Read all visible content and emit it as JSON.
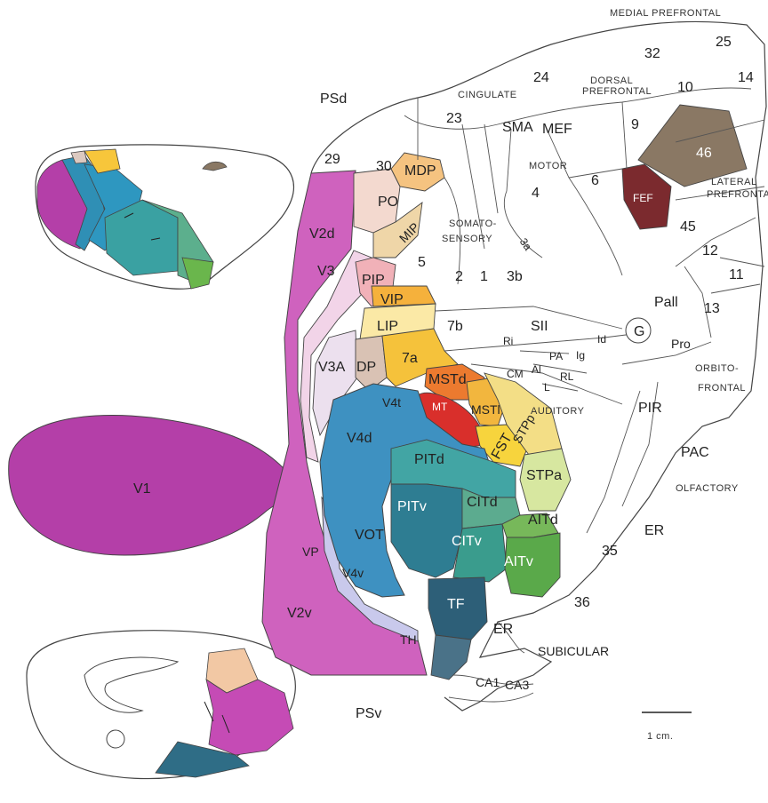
{
  "labels": {
    "medial_prefrontal": "MEDIAL PREFRONTAL",
    "a25": "25",
    "a32": "32",
    "a14": "14",
    "a24": "24",
    "a10": "10",
    "cingulate": "CINGULATE",
    "dorsal_prefrontal_1": "DORSAL",
    "dorsal_prefrontal_2": "PREFRONTAL",
    "psd": "PSd",
    "a23": "23",
    "sma": "SMA",
    "mef": "MEF",
    "a9": "9",
    "a46": "46",
    "lateral_1": "LATERAL",
    "lateral_2": "PREFRONTAL",
    "a29": "29",
    "a30": "30",
    "mdp": "MDP",
    "motor": "MOTOR",
    "a4": "4",
    "a6": "6",
    "fef": "FEF",
    "po": "PO",
    "mip": "MIP",
    "somato_1": "SOMATO-",
    "somato_2": "SENSORY",
    "a45": "45",
    "a12": "12",
    "a11": "11",
    "v2d": "V2d",
    "v3": "V3",
    "a5": "5",
    "a3a": "3a",
    "pip": "PIP",
    "a2": "2",
    "a1": "1",
    "a3b": "3b",
    "vip": "VIP",
    "pall": "Pall",
    "a13": "13",
    "lip": "LIP",
    "a7b": "7b",
    "sii": "SII",
    "g": "G",
    "id": "Id",
    "pro": "Pro",
    "ri": "Ri",
    "pa": "PA",
    "ig": "Ig",
    "cm": "CM",
    "al": "Al",
    "rl": "RL",
    "l": "L",
    "v3a": "V3A",
    "dp": "DP",
    "a7a": "7a",
    "orbito_1": "ORBITO-",
    "orbito_2": "FRONTAL",
    "mstd": "MSTd",
    "v4t": "V4t",
    "mt": "MT",
    "msti": "MSTl",
    "auditory": "AUDITORY",
    "pir": "PIR",
    "stpp": "STPp",
    "v4d": "V4d",
    "fst": "FST",
    "pitd": "PITd",
    "pac": "PAC",
    "stpa": "STPa",
    "v1": "V1",
    "olfactory": "OLFACTORY",
    "citd": "CITd",
    "pitv": "PITv",
    "aitd": "AITd",
    "vot": "VOT",
    "er_top": "ER",
    "citv": "CITv",
    "a35": "35",
    "vp": "VP",
    "aitv": "AITv",
    "v4v": "V4v",
    "v2v": "V2v",
    "tf": "TF",
    "a36": "36",
    "th": "TH",
    "er_bot": "ER",
    "subicular": "SUBICULAR",
    "ca1": "CA1",
    "ca3": "CA3",
    "psv": "PSv",
    "scale": "1 cm."
  },
  "colors": {
    "v1": "#b43fa8",
    "v2": "#cf62be",
    "v3": "#f2d4e8",
    "v3a": "#ece0ee",
    "vp": "#c9c9ec",
    "pip": "#f1b1b8",
    "po": "#f3d9cf",
    "mip": "#efd6a8",
    "mdp": "#f5c380",
    "vip": "#f5b13c",
    "lip": "#fbe9a6",
    "a7a": "#f5c23b",
    "dp": "#d9c2b4",
    "mstd": "#ec7a2f",
    "mt": "#d92f2b",
    "msti": "#f2b63e",
    "fst": "#f7d43d",
    "stpp": "#f3de86",
    "stpa": "#d7e7a0",
    "v4": "#3e91c1",
    "pitd": "#42a5a4",
    "pitv": "#2e7d92",
    "citd": "#5cab8f",
    "citv": "#3a9c8d",
    "aitd": "#77b85a",
    "aitv": "#5aa94a",
    "tf": "#2d5f78",
    "th": "#4a7288",
    "a46": "#8a7864",
    "fef": "#7b2a2e",
    "line": "#444444"
  }
}
